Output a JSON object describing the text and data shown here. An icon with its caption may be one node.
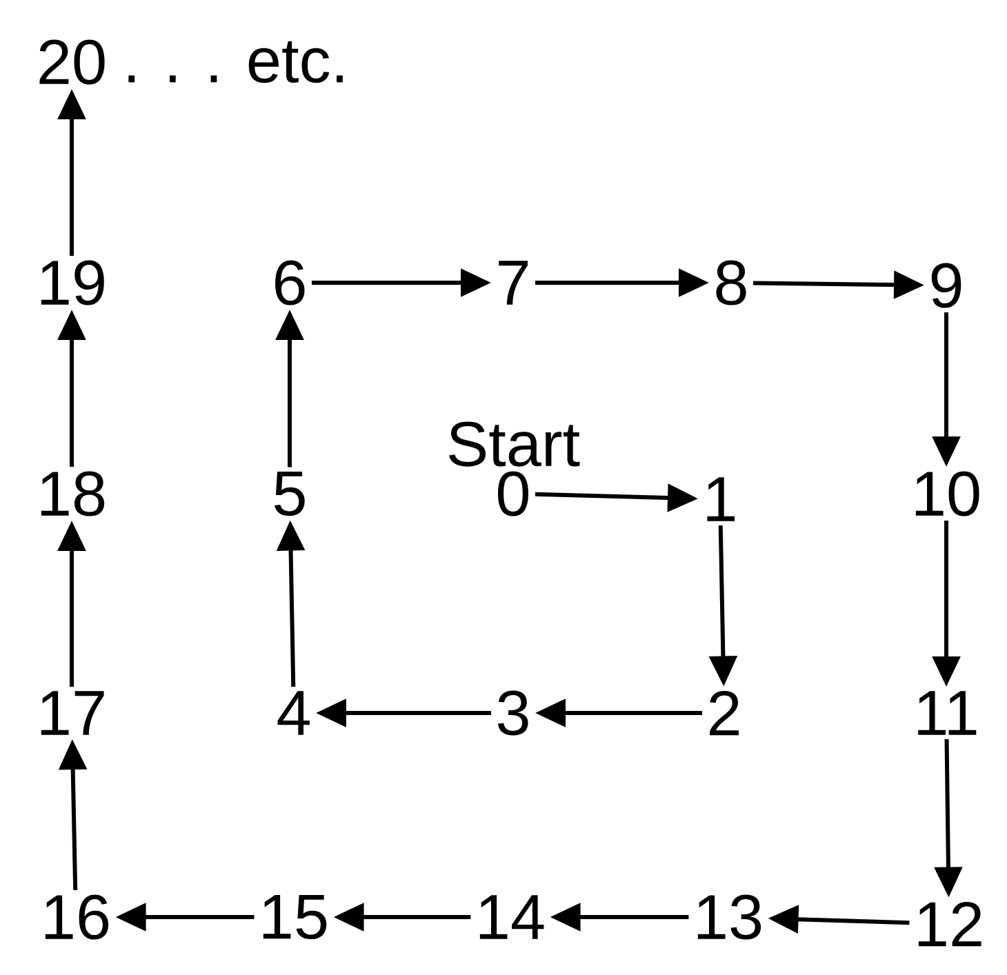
{
  "diagram": {
    "nodes": [
      {
        "text": [
          "0"
        ],
        "beside": [
          "Start"
        ]
      },
      {
        "text": [
          "1"
        ]
      },
      {
        "text": [
          "2"
        ]
      },
      {
        "text": [
          "3"
        ]
      },
      {
        "text": [
          "4"
        ]
      },
      {
        "text": [
          "5"
        ]
      },
      {
        "text": [
          "6"
        ]
      },
      {
        "text": [
          "7"
        ]
      },
      {
        "text": [
          "8"
        ]
      },
      {
        "text": [
          "9"
        ]
      },
      {
        "text": [
          "10"
        ]
      },
      {
        "text": [
          "11"
        ]
      },
      {
        "text": [
          "12"
        ]
      },
      {
        "text": [
          "13"
        ]
      },
      {
        "text": [
          "14"
        ]
      },
      {
        "text": [
          "15"
        ]
      },
      {
        "text": [
          "16"
        ]
      },
      {
        "text": [
          "17"
        ]
      },
      {
        "text": [
          "18"
        ]
      },
      {
        "text": [
          "19"
        ]
      },
      {
        "text": [
          "20"
        ],
        "beside": [
          ". . . etc."
        ]
      }
    ],
    "edges": [
      {
        "from": 0,
        "to": 1,
        "arrow": "to"
      },
      {
        "from": 1,
        "to": 2,
        "arrow": "to"
      },
      {
        "from": 2,
        "to": 3,
        "arrow": "to"
      },
      {
        "from": 3,
        "to": 4,
        "arrow": "to"
      },
      {
        "from": 4,
        "to": 5,
        "arrow": "to"
      },
      {
        "from": 5,
        "to": 6,
        "arrow": "to"
      },
      {
        "from": 6,
        "to": 7,
        "arrow": "to"
      },
      {
        "from": 7,
        "to": 8,
        "arrow": "to"
      },
      {
        "from": 8,
        "to": 9,
        "arrow": "to"
      },
      {
        "from": 9,
        "to": 10,
        "arrow": "to"
      },
      {
        "from": 10,
        "to": 11,
        "arrow": "to"
      },
      {
        "from": 11,
        "to": 12,
        "arrow": "to"
      },
      {
        "from": 12,
        "to": 13,
        "arrow": "to"
      },
      {
        "from": 13,
        "to": 14,
        "arrow": "to"
      },
      {
        "from": 14,
        "to": 15,
        "arrow": "to"
      },
      {
        "from": 15,
        "to": 16,
        "arrow": "to"
      },
      {
        "from": 16,
        "to": 17,
        "arrow": "to"
      },
      {
        "from": 17,
        "to": 18,
        "arrow": "to"
      },
      {
        "from": 18,
        "to": 19,
        "arrow": "to"
      },
      {
        "from": 19,
        "to": 20,
        "arrow": "to"
      }
    ]
  }
}
